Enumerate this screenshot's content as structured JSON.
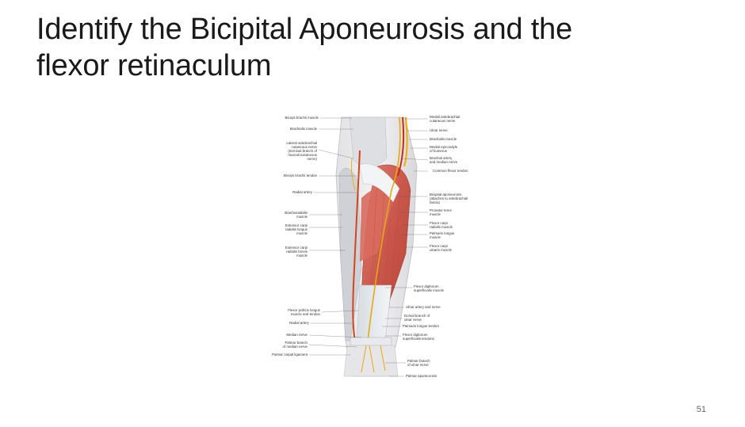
{
  "slide": {
    "title_line1": "Identify the Bicipital Aponeurosis and the",
    "title_line2": "flexor retinaculum",
    "page_number": "51"
  },
  "figure": {
    "left_labels": [
      "Biceps brachii muscle",
      "Brachialis muscle",
      "Lateral antebrachial",
      "cutaneous nerve",
      "(terminal branch of",
      "musculocutaneous",
      "nerve)",
      "Biceps brachii tendon",
      "Radial artery",
      "Brachioradialis",
      "muscle",
      "Extensor carpi",
      "radialis longus",
      "muscle",
      "Extensor carpi",
      "radialis brevis",
      "muscle",
      "Flexor pollicis longus",
      "muscle and tendon",
      "Radial artery",
      "Median nerve",
      "Palmar branch",
      "of median nerve",
      "Palmar carpal ligament"
    ],
    "right_labels": [
      "Medial antebrachial",
      "cutaneous nerve",
      "Ulnar nerve",
      "Brachialis muscle",
      "Medial epicondyle",
      "of humerus",
      "Brachial artery",
      "and median nerve",
      "Common flexor tendon",
      "Bicipital aponeurosis",
      "(attaches to antebrachial",
      "fascia)",
      "Pronator teres",
      "muscle",
      "Flexor carpi",
      "radialis muscle",
      "Palmaris longus",
      "muscle",
      "Flexor carpi",
      "ulnaris muscle",
      "Flexor digitorum",
      "superficialis muscle",
      "Ulnar artery and nerve",
      "Dorsal branch of",
      "ulnar nerve",
      "Palmaris longus tendon",
      "Flexor digitorum",
      "superficialis tendons",
      "Palmar branch",
      "of ulnar nerve",
      "Palmar aponeurosis"
    ]
  }
}
